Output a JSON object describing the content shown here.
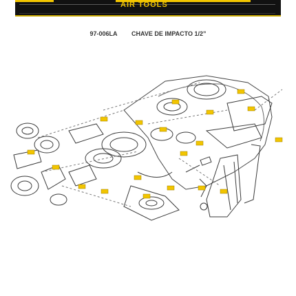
{
  "banner": {
    "text": "AIR TOOLS",
    "colors": {
      "bar": "#111111",
      "accent": "#f2c500"
    }
  },
  "caption": {
    "part_number": "97-006LA",
    "title": "CHAVE DE IMPACTO 1/2”"
  },
  "diagram": {
    "type": "exploded-parts-view",
    "label_color": "#f2c500"
  }
}
